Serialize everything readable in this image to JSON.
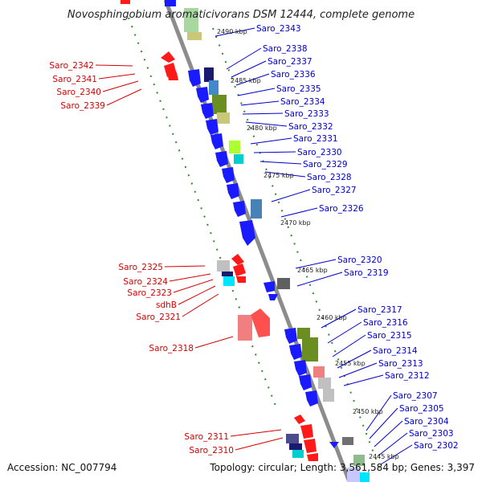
{
  "title": "Novosphingobium aromaticivorans DSM 12444, complete genome",
  "footer": {
    "accession": "Accession: NC_007794",
    "summary": "Topology: circular; Length: 3,561,584 bp; Genes: 3,397"
  },
  "colors": {
    "blue_gene": "#1a1aff",
    "red_gene": "#ff1a1a",
    "backbone": "#8c8c8c",
    "dotted_track": "#2e8b2e",
    "left_label": "#d40000",
    "right_label": "#0000cc"
  },
  "kbp_ticks": [
    "2490 kbp",
    "2485 kbp",
    "2480 kbp",
    "2475 kbp",
    "2470 kbp",
    "2465 kbp",
    "2460 kbp",
    "2455 kbp",
    "2450 kbp",
    "2445 kbp"
  ],
  "left_labels": [
    "Saro_2342",
    "Saro_2341",
    "Saro_2340",
    "Saro_2339",
    "Saro_2325",
    "Saro_2324",
    "Saro_2323",
    "sdhB",
    "Saro_2321",
    "Saro_2318",
    "Saro_2311",
    "Saro_2310"
  ],
  "right_labels": [
    "Saro_2343",
    "Saro_2338",
    "Saro_2337",
    "Saro_2336",
    "Saro_2335",
    "Saro_2334",
    "Saro_2333",
    "Saro_2332",
    "Saro_2331",
    "Saro_2330",
    "Saro_2329",
    "Saro_2328",
    "Saro_2327",
    "Saro_2326",
    "Saro_2320",
    "Saro_2319",
    "Saro_2317",
    "Saro_2316",
    "Saro_2315",
    "Saro_2314",
    "Saro_2313",
    "Saro_2312",
    "Saro_2307",
    "Saro_2305",
    "Saro_2304",
    "Saro_2303",
    "Saro_2302"
  ]
}
